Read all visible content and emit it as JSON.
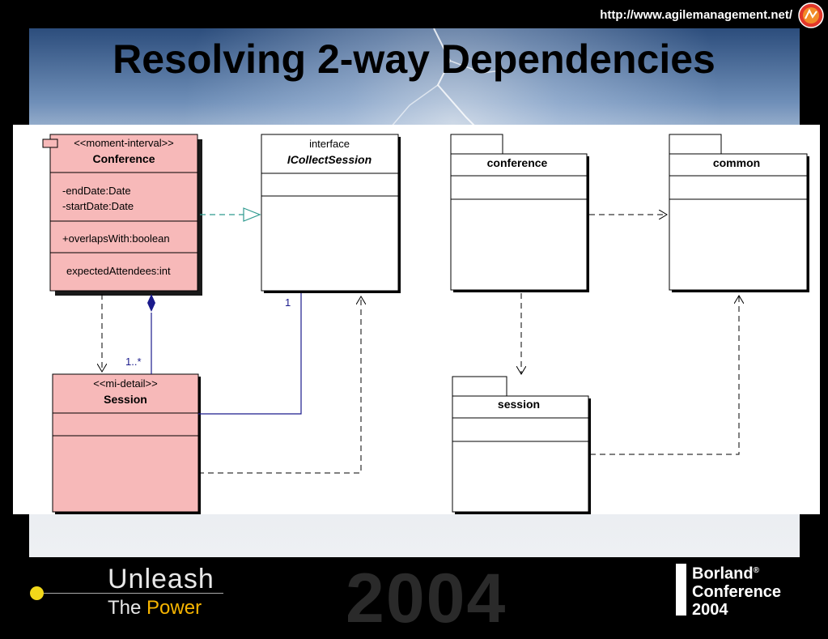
{
  "header": {
    "url": "http://www.agilemanagement.net/",
    "title": "Resolving 2-way Dependencies"
  },
  "diagram": {
    "conference_class": {
      "stereotype": "<<moment-interval>>",
      "name": "Conference",
      "attributes": [
        "-endDate:Date",
        "-startDate:Date"
      ],
      "operations": [
        "+overlapsWith:boolean"
      ],
      "extra": "expectedAttendees:int"
    },
    "session_class": {
      "stereotype": "<<mi-detail>>",
      "name": "Session"
    },
    "interface": {
      "stereotype": "interface",
      "name": "ICollectSession"
    },
    "multiplicity_session": "1..*",
    "multiplicity_interface": "1",
    "packages": {
      "conference": "conference",
      "common": "common",
      "session": "session"
    }
  },
  "footer": {
    "unleash": "Unleash",
    "the": "The",
    "power": "Power",
    "year": "2004",
    "brand_lines": [
      "Borland",
      "Conference",
      "2004"
    ],
    "brand_reg": "®"
  },
  "colors": {
    "class_fill": "#f7b9b9",
    "line_navy": "#1a1a8c",
    "realization_teal": "#2f9a8f"
  }
}
